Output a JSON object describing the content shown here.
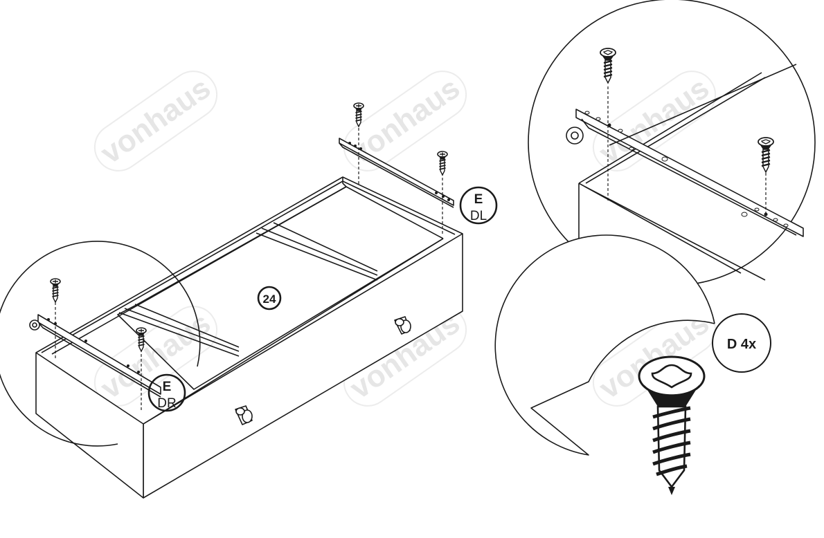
{
  "watermark": {
    "text": "vonhaus"
  },
  "labels": {
    "part_number": "24",
    "runner_left": {
      "letter": "E",
      "code": "DL"
    },
    "runner_right": {
      "letter": "E",
      "code": "DR"
    },
    "screw": "D 4x"
  },
  "colors": {
    "line": "#1a1a1a",
    "watermark": "#e6e6e6",
    "background": "#ffffff"
  },
  "icons": [
    "screw-icon",
    "cross-head-screw-icon"
  ]
}
